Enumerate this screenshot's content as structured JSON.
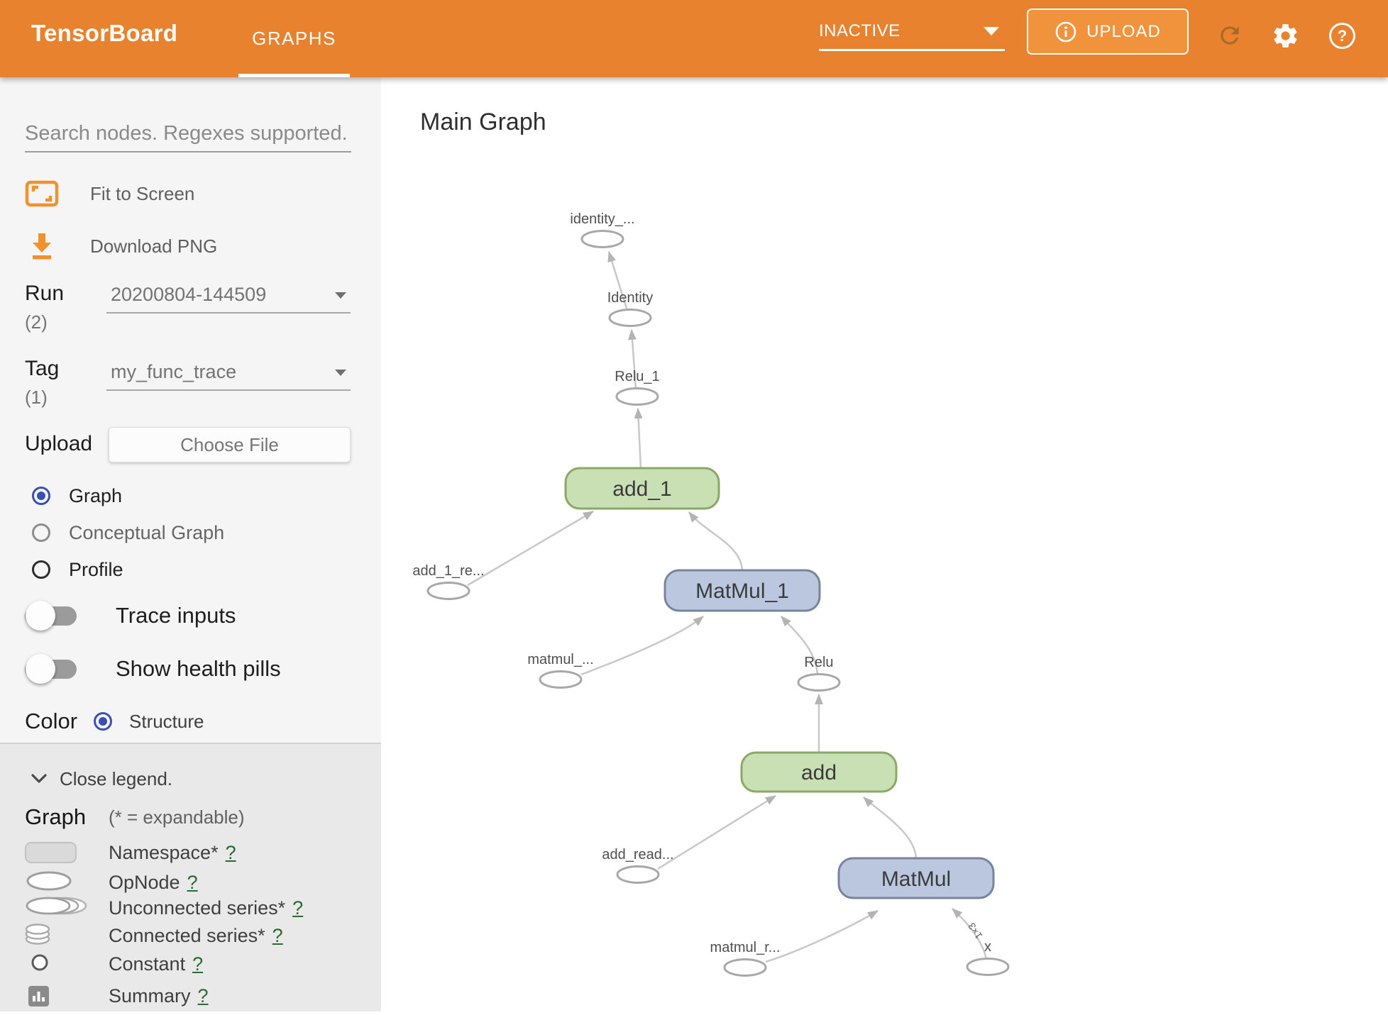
{
  "header": {
    "logo": "TensorBoard",
    "tab": "GRAPHS",
    "status": "INACTIVE",
    "upload_label": "UPLOAD"
  },
  "sidebar": {
    "search_placeholder": "Search nodes. Regexes supported.",
    "fit_to_screen": "Fit to Screen",
    "download_png": "Download PNG",
    "run": {
      "label": "Run",
      "count": "(2)",
      "value": "20200804-144509"
    },
    "tag": {
      "label": "Tag",
      "count": "(1)",
      "value": "my_func_trace"
    },
    "upload": {
      "label": "Upload",
      "button": "Choose File"
    },
    "views": [
      {
        "label": "Graph",
        "selected": true
      },
      {
        "label": "Conceptual Graph",
        "selected": false
      },
      {
        "label": "Profile",
        "selected": false
      }
    ],
    "toggles": [
      {
        "label": "Trace inputs",
        "on": false
      },
      {
        "label": "Show health pills",
        "on": false
      }
    ],
    "color_by": {
      "label": "Color",
      "option": "Structure"
    },
    "legend": {
      "close": "Close legend.",
      "heading": "Graph",
      "note": "(* = expandable)",
      "items": [
        {
          "label": "Namespace*",
          "help": "?"
        },
        {
          "label": "OpNode",
          "help": "?"
        },
        {
          "label": "Unconnected series*",
          "help": "?"
        },
        {
          "label": "Connected series*",
          "help": "?"
        },
        {
          "label": "Constant",
          "help": "?"
        },
        {
          "label": "Summary",
          "help": "?"
        }
      ]
    }
  },
  "main": {
    "title": "Main Graph",
    "graph": {
      "edge_label": "1×3",
      "nodes": [
        {
          "id": "identity_out",
          "type": "op",
          "label": "identity_..."
        },
        {
          "id": "Identity",
          "type": "op",
          "label": "Identity"
        },
        {
          "id": "Relu_1",
          "type": "op",
          "label": "Relu_1"
        },
        {
          "id": "add_1",
          "type": "meta-green",
          "label": "add_1"
        },
        {
          "id": "add_1_read",
          "type": "op",
          "label": "add_1_re..."
        },
        {
          "id": "MatMul_1",
          "type": "meta-blue",
          "label": "MatMul_1"
        },
        {
          "id": "matmul_read",
          "type": "op",
          "label": "matmul_..."
        },
        {
          "id": "Relu",
          "type": "op",
          "label": "Relu"
        },
        {
          "id": "add",
          "type": "meta-green",
          "label": "add"
        },
        {
          "id": "add_read",
          "type": "op",
          "label": "add_read..."
        },
        {
          "id": "MatMul",
          "type": "meta-blue",
          "label": "MatMul"
        },
        {
          "id": "matmul_r_read",
          "type": "op",
          "label": "matmul_r..."
        },
        {
          "id": "x",
          "type": "op",
          "label": "x"
        }
      ]
    }
  },
  "colors": {
    "header_orange": "#e8822f",
    "icon_orange": "#f0912d",
    "radio_blue": "#3b50b2",
    "node_green_fill": "#c9dfb4",
    "node_green_border": "#89a967",
    "node_blue_fill": "#bac7de",
    "node_blue_border": "#78849e",
    "edge_gray": "#c8c8c8",
    "help_green": "#2c6b2f"
  }
}
